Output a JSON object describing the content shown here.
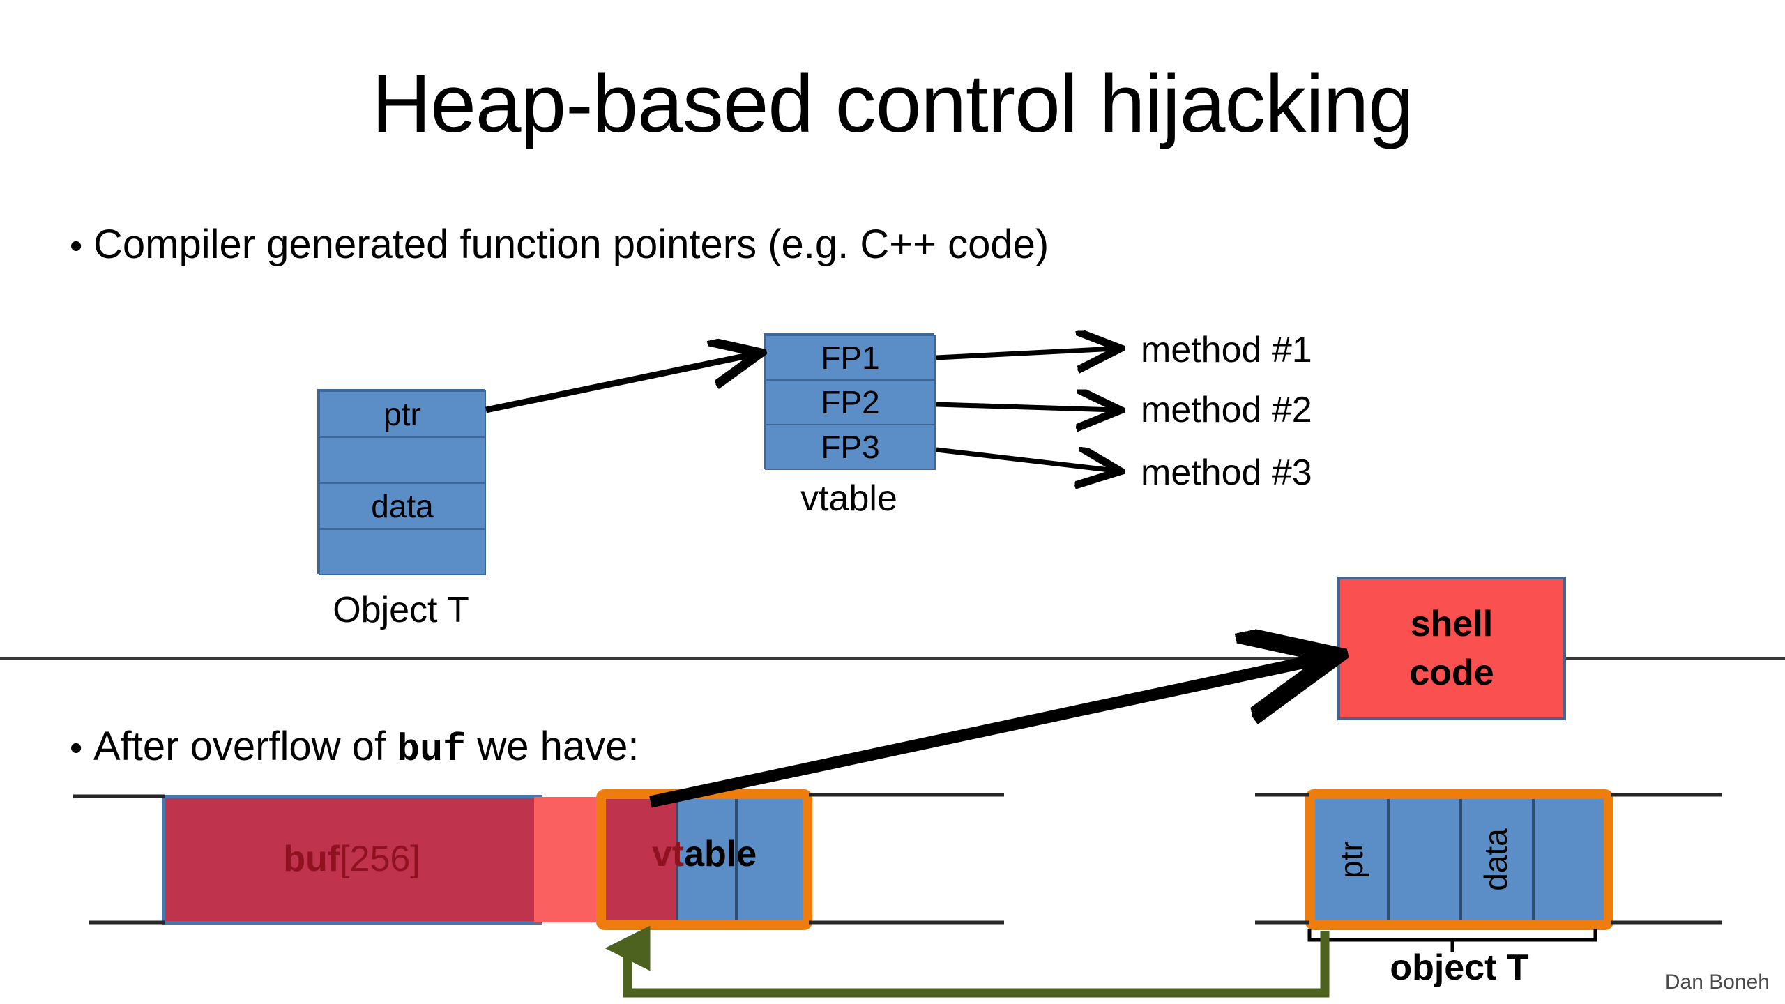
{
  "slide": {
    "title": "Heap-based control hijacking",
    "footer": "Dan Boneh",
    "background_color": "#ffffff"
  },
  "bullets": [
    {
      "marker": "•",
      "text": "Compiler generated function pointers   (e.g.  C++ code)"
    },
    {
      "marker": "•",
      "text_before": "After overflow of ",
      "code": "buf",
      "text_after": "  we have:"
    }
  ],
  "diagram_top": {
    "object_t": {
      "label": "Object  T",
      "cells": [
        "ptr",
        "",
        "data",
        ""
      ]
    },
    "vtable": {
      "label": "vtable",
      "cells": [
        "FP1",
        "FP2",
        "FP3"
      ]
    },
    "methods": [
      "method #1",
      "method #2",
      "method #3"
    ]
  },
  "shellcode": {
    "line1": "shell",
    "line2": "code"
  },
  "diagram_bottom": {
    "buf": {
      "label_bold": "buf",
      "label_index": "[256]"
    },
    "vtable_overwritten": {
      "label_red": "vt",
      "label_black": "able"
    },
    "object_t": {
      "cells": [
        "ptr",
        "",
        "data",
        ""
      ],
      "caption": "object T"
    }
  },
  "colors": {
    "blue_fill": "#5B8DC6",
    "blue_border": "#3F6694",
    "red_dark": "#C0334D",
    "red_light": "#FB6060",
    "shellcode_red": "#FB5050",
    "orange_highlight": "#EE7D0E",
    "green_arrow": "#4E6220",
    "label_red": "#8F1220",
    "footer_gray": "#4A4A4A"
  }
}
